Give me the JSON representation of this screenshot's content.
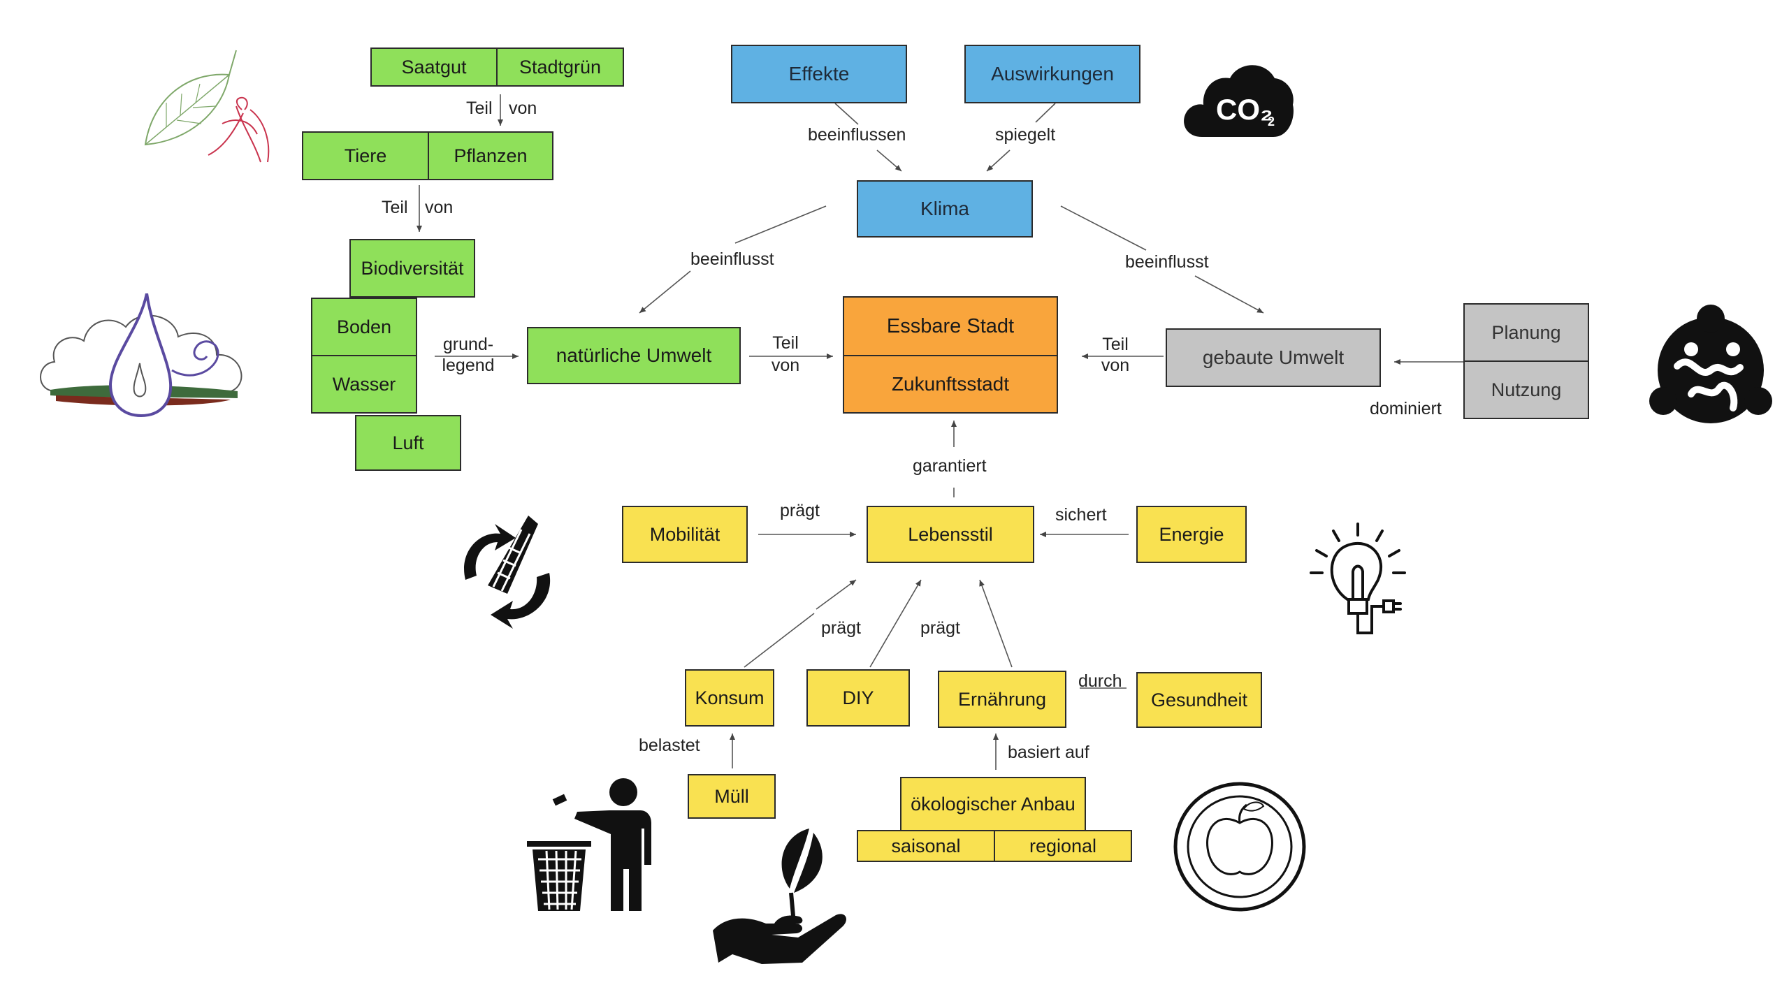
{
  "nodes": {
    "saatgut": "Saatgut",
    "stadtgruen": "Stadtgrün",
    "tiere": "Tiere",
    "pflanzen": "Pflanzen",
    "biodiversitaet": "Biodiversität",
    "boden": "Boden",
    "wasser": "Wasser",
    "luft": "Luft",
    "natuerliche_umwelt": "natürliche Umwelt",
    "effekte": "Effekte",
    "auswirkungen": "Auswirkungen",
    "klima": "Klima",
    "essbare_stadt": "Essbare Stadt",
    "zukunftsstadt": "Zukunftsstadt",
    "gebaute_umwelt": "gebaute Umwelt",
    "planung": "Planung",
    "nutzung": "Nutzung",
    "mobilitaet": "Mobilität",
    "lebensstil": "Lebensstil",
    "energie": "Energie",
    "konsum": "Konsum",
    "diy": "DIY",
    "ernaehrung": "Ernährung",
    "gesundheit": "Gesundheit",
    "muell": "Müll",
    "oekologischer_anbau": "ökologischer Anbau",
    "saisonal": "saisonal",
    "regional": "regional"
  },
  "edges": {
    "teil_1": "Teil",
    "von_1": "von",
    "teil_2": "Teil",
    "von_2": "von",
    "grund": "grund-",
    "legend": "legend",
    "teil_3": "Teil",
    "von_3": "von",
    "teil_4": "Teil",
    "von_4": "von",
    "beeinflussen": "beeinflussen",
    "spiegelt": "spiegelt",
    "beeinflusst_left": "beeinflusst",
    "beeinflusst_right": "beeinflusst",
    "dominiert": "dominiert",
    "garantiert": "garantiert",
    "praegt_1": "prägt",
    "sichert": "sichert",
    "praegt_2": "prägt",
    "praegt_3": "prägt",
    "durch": "durch",
    "belastet": "belastet",
    "basiert_auf": "basiert auf"
  },
  "icons": {
    "co2_cloud": "CO₂",
    "co2_sub": "2"
  },
  "colors": {
    "green": "#8fe05a",
    "blue": "#5fb1e3",
    "orange": "#f9a53c",
    "grey": "#c4c4c4",
    "yellow": "#f9e151"
  }
}
